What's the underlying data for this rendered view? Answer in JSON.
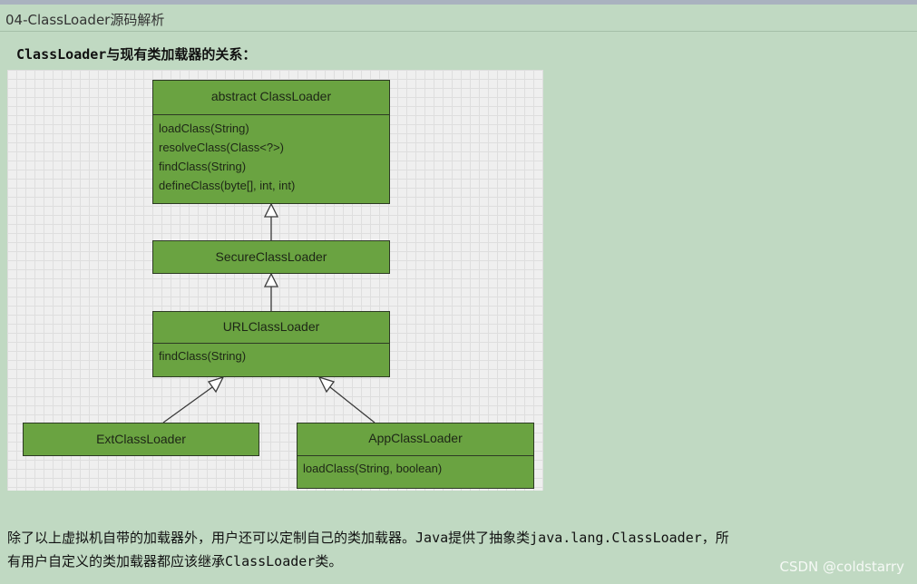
{
  "page": {
    "title": "04-ClassLoader源码解析",
    "heading": "ClassLoader与现有类加载器的关系：",
    "description_line1": "除了以上虚拟机自带的加载器外，用户还可以定制自己的类加载器。Java提供了抽象类java.lang.ClassLoader，所",
    "description_line2": "有用户自定义的类加载器都应该继承ClassLoader类。",
    "watermark": "CSDN @coldstarry"
  },
  "diagram": {
    "fill_color": "#6aa341",
    "classes": {
      "abstract_classloader": {
        "name": "abstract ClassLoader",
        "methods": [
          "loadClass(String)",
          "resolveClass(Class<?>)",
          "findClass(String)",
          "defineClass(byte[], int, int)"
        ]
      },
      "secure_classloader": {
        "name": "SecureClassLoader"
      },
      "url_classloader": {
        "name": "URLClassLoader",
        "methods": [
          "findClass(String)"
        ]
      },
      "ext_classloader": {
        "name": "ExtClassLoader"
      },
      "app_classloader": {
        "name": "AppClassLoader",
        "methods": [
          "loadClass(String, boolean)"
        ]
      }
    },
    "relations": [
      {
        "from": "SecureClassLoader",
        "to": "abstract ClassLoader",
        "type": "inheritance"
      },
      {
        "from": "URLClassLoader",
        "to": "SecureClassLoader",
        "type": "inheritance"
      },
      {
        "from": "ExtClassLoader",
        "to": "URLClassLoader",
        "type": "inheritance"
      },
      {
        "from": "AppClassLoader",
        "to": "URLClassLoader",
        "type": "inheritance"
      }
    ]
  }
}
